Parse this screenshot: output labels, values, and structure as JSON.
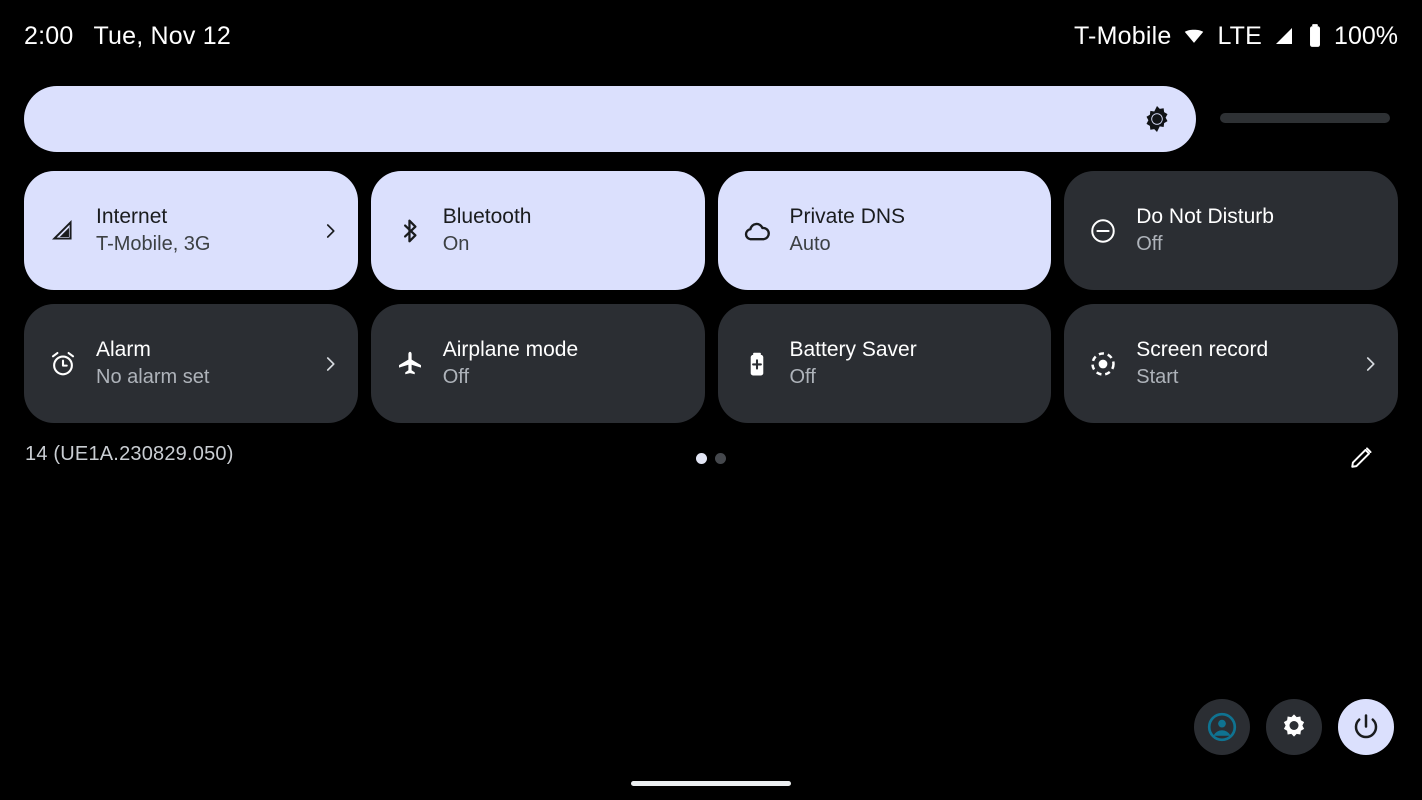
{
  "status_bar": {
    "clock": "2:00",
    "date": "Tue, Nov 12",
    "carrier": "T-Mobile",
    "wifi_icon": "wifi-icon",
    "network_type": "LTE",
    "signal_icon": "signal-bars-icon",
    "battery_icon": "battery-full-icon",
    "battery_level": "100%"
  },
  "brightness": {
    "name": "brightness-slider",
    "icon": "brightness-sun-icon",
    "value_percent": 85
  },
  "tiles": [
    {
      "label": "Internet",
      "sub": "T-Mobile, 3G",
      "icon": "signal-bars-icon",
      "state": "active",
      "chevron": true
    },
    {
      "label": "Bluetooth",
      "sub": "On",
      "icon": "bluetooth-icon",
      "state": "active",
      "chevron": false
    },
    {
      "label": "Private DNS",
      "sub": "Auto",
      "icon": "cloud-icon",
      "state": "active",
      "chevron": false
    },
    {
      "label": "Do Not Disturb",
      "sub": "Off",
      "icon": "do-not-disturb-icon",
      "state": "inactive",
      "chevron": false
    },
    {
      "label": "Alarm",
      "sub": "No alarm set",
      "icon": "alarm-clock-icon",
      "state": "inactive",
      "chevron": true
    },
    {
      "label": "Airplane mode",
      "sub": "Off",
      "icon": "airplane-icon",
      "state": "inactive",
      "chevron": false
    },
    {
      "label": "Battery Saver",
      "sub": "Off",
      "icon": "battery-saver-icon",
      "state": "inactive",
      "chevron": false
    },
    {
      "label": "Screen record",
      "sub": "Start",
      "icon": "record-icon",
      "state": "inactive",
      "chevron": true
    }
  ],
  "footer": {
    "build": "14 (UE1A.230829.050)",
    "page_dots": {
      "count": 2,
      "active_index": 0
    },
    "edit_icon": "pencil-edit-icon"
  },
  "actions": [
    {
      "name": "user-avatar-button",
      "icon": "user-circle-icon",
      "style": "dark"
    },
    {
      "name": "settings-button",
      "icon": "gear-icon",
      "style": "dark"
    },
    {
      "name": "power-button",
      "icon": "power-icon",
      "style": "light"
    }
  ],
  "colors": {
    "background": "#000000",
    "tile_active": "#dbe0fd",
    "tile_inactive": "#2b2e33",
    "text_on_active": "#1a1c1e",
    "text_on_inactive": "#ffffff",
    "avatar_accent": "#0f7391",
    "home_indicator": "#eceff1"
  },
  "home_indicator": {
    "name": "home-gesture-bar"
  }
}
